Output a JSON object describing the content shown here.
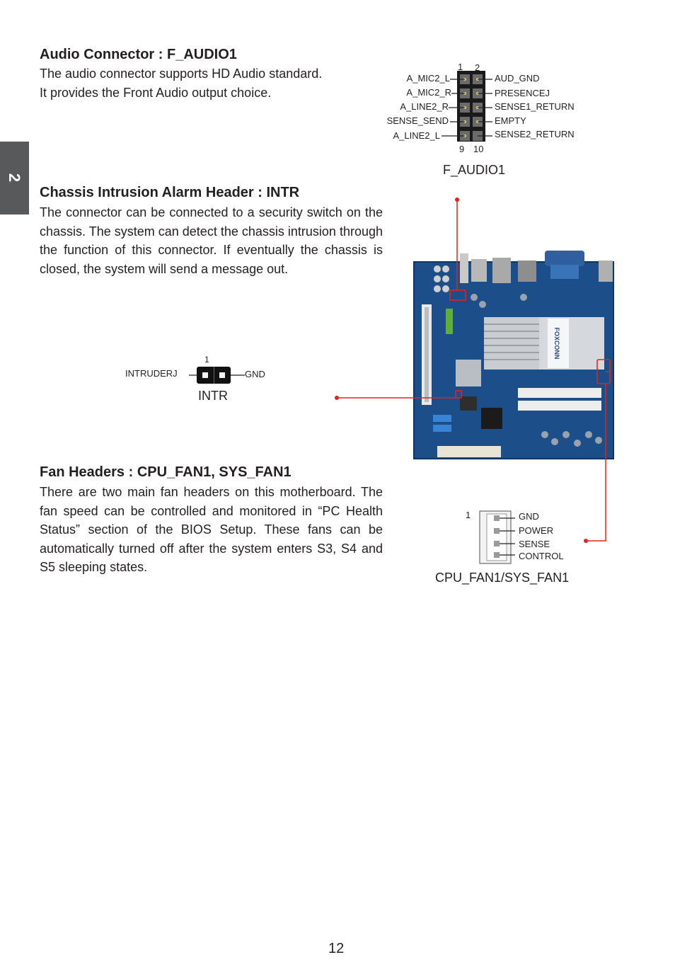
{
  "chapter_tab": "2",
  "page_number": "12",
  "audio": {
    "heading": "Audio Connector : F_AUDIO1",
    "line1": "The audio connector supports HD Audio standard.",
    "line2": "It provides the Front Audio output choice.",
    "diagram": {
      "pin_top_left": "1",
      "pin_top_right": "2",
      "pin_bottom_left": "9",
      "pin_bottom_right": "10",
      "left_labels": [
        "A_MIC2_L",
        "A_MIC2_R",
        "A_LINE2_R",
        "SENSE_SEND",
        "A_LINE2_L"
      ],
      "right_labels": [
        "AUD_GND",
        "PRESENCEJ",
        "SENSE1_RETURN",
        "EMPTY",
        "SENSE2_RETURN"
      ],
      "caption": "F_AUDIO1"
    }
  },
  "intr": {
    "heading": "Chassis Intrusion Alarm Header : INTR",
    "body": "The connector can be connected to a security switch on the chassis. The system can detect the chassis intrusion through the function of this connector. If eventually the chassis is closed, the system will send a message out.",
    "diagram": {
      "pin1": "1",
      "left_label": "INTRUDERJ",
      "right_label": "GND",
      "caption": "INTR"
    }
  },
  "fan": {
    "heading": "Fan Headers : CPU_FAN1, SYS_FAN1",
    "body": "There are two main fan headers on this motherboard. The fan speed can be controlled and monitored in “PC Health Status” section of the BIOS Setup. These fans can be automatically turned off after the system enters S3, S4 and S5 sleeping states.",
    "diagram": {
      "pin1": "1",
      "labels": [
        "GND",
        "POWER",
        "SENSE",
        "CONTROL"
      ],
      "caption": "CPU_FAN1/SYS_FAN1"
    }
  },
  "board_brand": "FOXCONN",
  "colors": {
    "board": "#1c4f8a",
    "highlight": "#e2231a",
    "tab": "#58595b"
  }
}
